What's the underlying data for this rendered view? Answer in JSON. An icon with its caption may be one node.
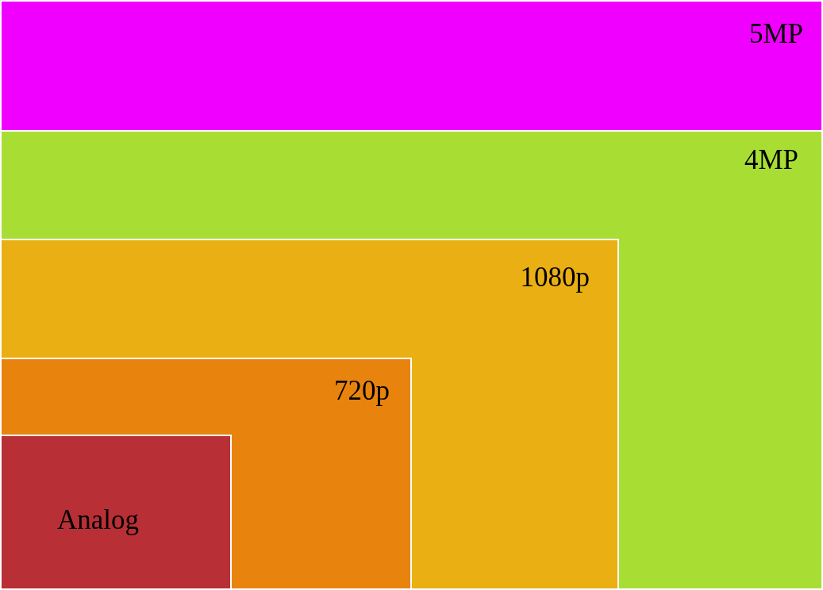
{
  "diagram": {
    "nodes": [
      {
        "text": [
          "5MP"
        ]
      },
      {
        "text": [
          "4MP"
        ],
        "in": 0
      },
      {
        "text": [
          "1080p"
        ],
        "in": 1
      },
      {
        "text": [
          "720p"
        ],
        "in": 2
      },
      {
        "text": [
          "Analog"
        ],
        "in": 3
      }
    ]
  }
}
